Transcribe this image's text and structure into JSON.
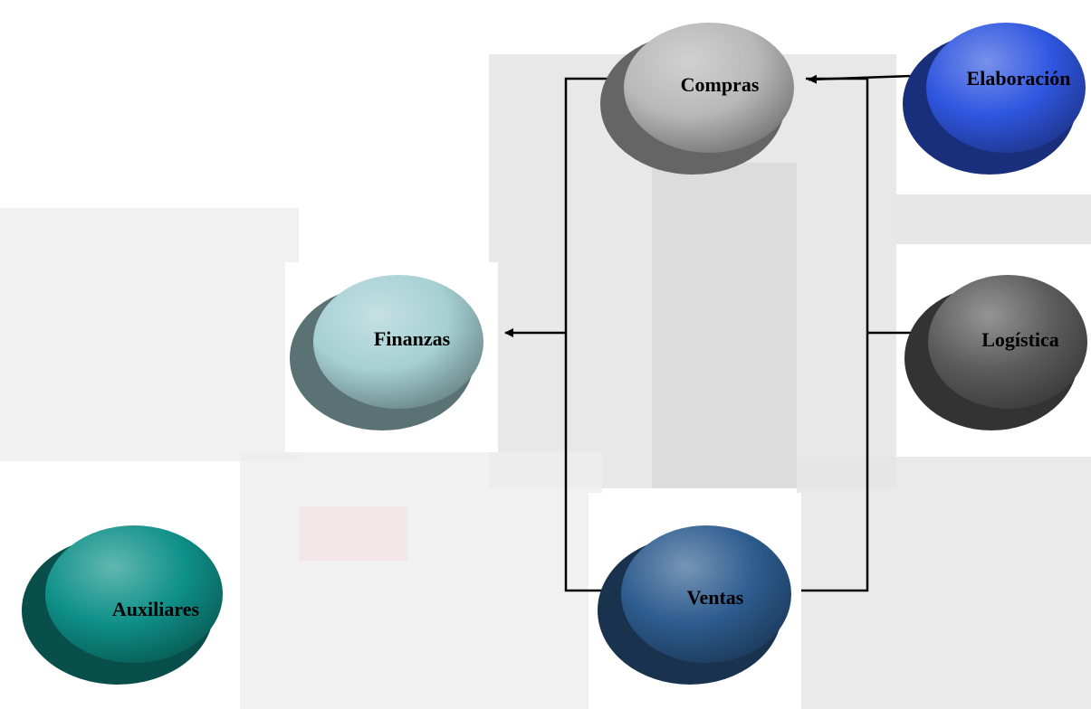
{
  "diagram": {
    "nodes": [
      {
        "id": "compras",
        "label": "Compras",
        "color": "#b8b8b8"
      },
      {
        "id": "elaboracion",
        "label": "Elaboración",
        "color": "#2f56e0"
      },
      {
        "id": "finanzas",
        "label": "Finanzas",
        "color": "#a6d0d3"
      },
      {
        "id": "logistica",
        "label": "Logística",
        "color": "#5c5c5c"
      },
      {
        "id": "auxiliares",
        "label": "Auxiliares",
        "color": "#0e9088"
      },
      {
        "id": "ventas",
        "label": "Ventas",
        "color": "#2d5c8f"
      }
    ],
    "edges": [
      {
        "from": "elaboracion",
        "to": "compras"
      },
      {
        "from": "compras",
        "to": "finanzas"
      },
      {
        "from": "ventas",
        "to": "finanzas"
      },
      {
        "from": "compras",
        "to": "logistica"
      },
      {
        "from": "ventas",
        "to": "logistica"
      }
    ]
  }
}
